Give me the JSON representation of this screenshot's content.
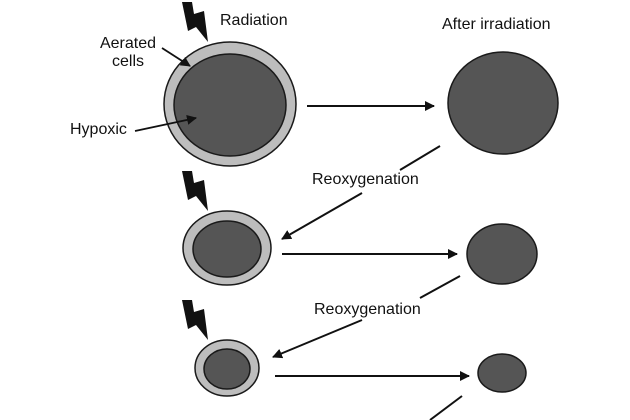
{
  "labels": {
    "radiation": "Radiation",
    "after_irradiation": "After irradiation",
    "aerated_cells": "Aerated cells",
    "hypoxic": "Hypoxic",
    "reoxygenation_1": "Reoxygenation",
    "reoxygenation_2": "Reoxygenation"
  },
  "colors": {
    "aerated_rim": "#bdbdbd",
    "hypoxic_core": "#555555",
    "outline": "#1a1a1a",
    "arrow": "#111111",
    "radiation_bolt": "#111111"
  },
  "icons": {
    "radiation": "lightning-bolt-icon"
  }
}
